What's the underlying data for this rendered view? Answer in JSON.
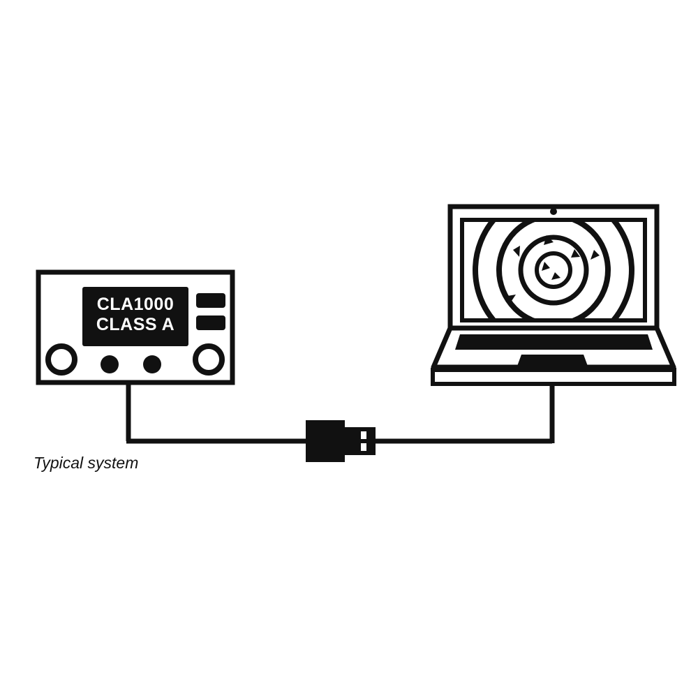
{
  "figure": {
    "caption": "Typical system",
    "background_color": "#ffffff",
    "ink_color": "#111111",
    "screen_text_color": "#ffffff"
  },
  "instrument": {
    "name": "CLA1000 analyzer",
    "display": {
      "line1": "CLA1000",
      "line2": "CLASS A"
    },
    "side_buttons": [
      {
        "label": ""
      },
      {
        "label": ""
      }
    ],
    "knobs": [
      {
        "label": ""
      },
      {
        "label": ""
      }
    ],
    "push_buttons": [
      {
        "label": ""
      },
      {
        "label": ""
      }
    ]
  },
  "laptop": {
    "name": "laptop computer",
    "screen_graphic": {
      "name": "concentric-ring-pattern",
      "ring_count": 4,
      "marker_count": 8
    }
  },
  "cable": {
    "name": "usb-cable",
    "connector": {
      "name": "usb-connector",
      "slot_count": 2
    }
  }
}
